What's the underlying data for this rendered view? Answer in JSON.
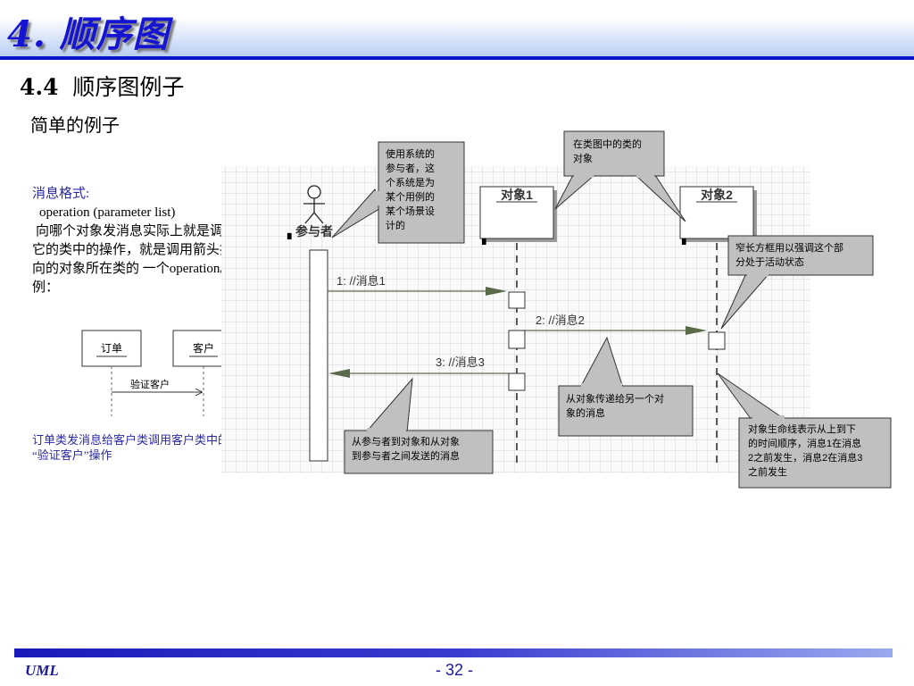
{
  "header": {
    "title": "4. 顺序图"
  },
  "section": {
    "number": "4.4",
    "title": "顺序图例子"
  },
  "subtitle": "简单的例子",
  "description": {
    "label": "消息格式:",
    "format": "operation (parameter list)",
    "line1": "向哪个对象发消息实际上就是调用",
    "line2": "它的类中的操作，就是调用箭头指",
    "line3": "向的对象所在类的 一个operation。",
    "example": "例："
  },
  "example_diagram": {
    "box1": "订单",
    "box2": "客户",
    "message": "验证客户"
  },
  "example_caption": {
    "line1": "订单类发消息给客户类调用客户类中的",
    "line2": "“验证客户”操作"
  },
  "sequence": {
    "actor": "参与者",
    "object1": "对象1",
    "object2": "对象2",
    "msg1": "1: //消息1",
    "msg2": "2: //消息2",
    "msg3": "3: //消息3"
  },
  "callouts": {
    "actor_note": [
      "使用系统的",
      "参与者，这",
      "个系统是为",
      "某个用例的",
      "某个场景设",
      "计的"
    ],
    "class_note": [
      "在类图中的类的",
      "对象"
    ],
    "activation_note": [
      "窄长方框用以强调这个部",
      "分处于活动状态"
    ],
    "object_msg_note": [
      "从对象传递给另一个对",
      "象的消息"
    ],
    "actor_msg_note": [
      "从参与者到对象和从对象",
      "到参与者之间发送的消息"
    ],
    "lifeline_note": [
      "对象生命线表示从上到下",
      "的时间顺序，消息1在消息",
      "2之前发生，消息2在消息3",
      "之前发生"
    ]
  },
  "footer": {
    "left": "UML",
    "page": "- 32 -"
  },
  "colors": {
    "title_blue": "#1414d2",
    "header_line": "#0a14c8",
    "callout_fill": "#c0c0c0",
    "arrow_fill": "#5a6a4a",
    "text_blue": "#2a2aa6"
  }
}
